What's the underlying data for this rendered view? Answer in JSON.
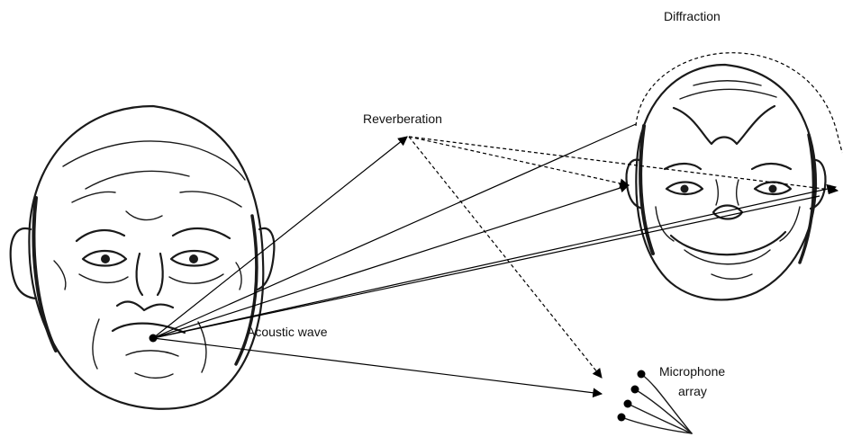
{
  "labels": {
    "reverberation": "Reverberation",
    "diffraction": "Diffraction",
    "acoustic_wave": "Acoustic wave",
    "microphone_line1": "Microphone",
    "microphone_line2": "array"
  },
  "colors": {
    "ink": "#000000",
    "background": "#ffffff"
  }
}
